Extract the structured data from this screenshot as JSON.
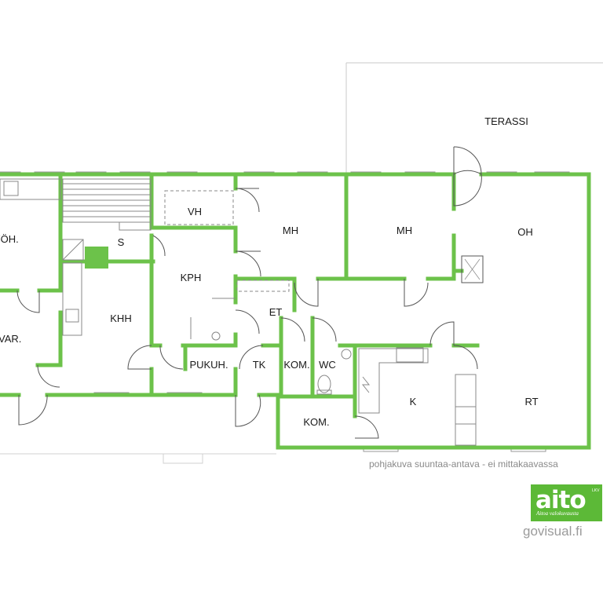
{
  "rooms": {
    "terassi": "TERASSI",
    "makuuhuone_1": "MH",
    "makuuhuone_2": "MH",
    "olohuone": "OH",
    "vaatehuone": "VH",
    "sauna": "S",
    "kylpyhuone": "KPH",
    "eteinen": "ET",
    "kodinhoitohuone": "KHH",
    "pukuhuone": "PUKUH.",
    "tuulikaappi": "TK",
    "komero_1": "KOM.",
    "wc": "WC",
    "keittio": "K",
    "ruokailutila": "RT",
    "komero_2": "KOM.",
    "yohuone_partial": "YÖH.",
    "varasto_partial": "VAR."
  },
  "note": "pohjakuva suuntaa-antava - ei mittakaavassa",
  "logo": {
    "word": "aito",
    "tagline": "Aitoa valokuvausta",
    "mark": "LKV"
  },
  "site_url": "govisual.fi",
  "colors": {
    "wall": "#6cc24a",
    "fixture": "#888888",
    "logo_bg": "#5cb937"
  }
}
